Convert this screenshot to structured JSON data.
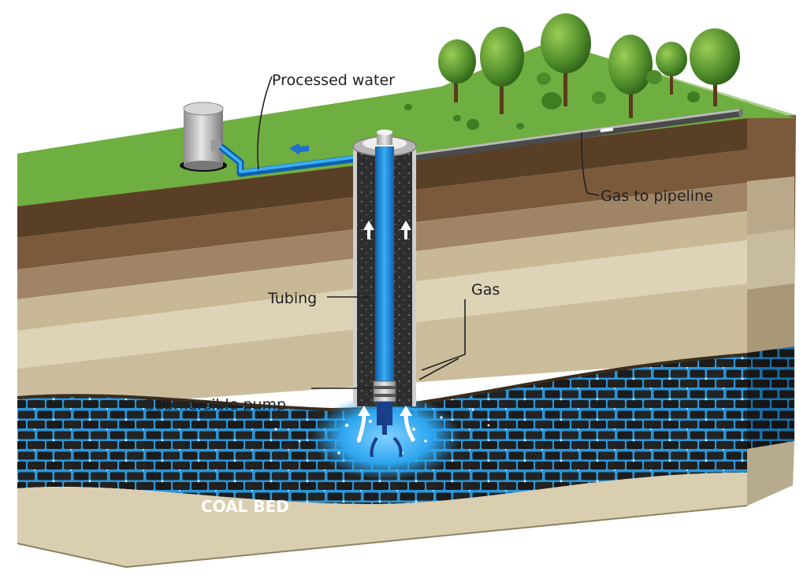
{
  "labels": {
    "processed_water": "Processed water",
    "gas_to_pipeline": "Gas to pipeline",
    "tubing": "Tubing",
    "gas": "Gas",
    "submersible_pump": "Submersible pump",
    "coal_bed": "COAL BED"
  },
  "colors": {
    "grass": "#6aa83c",
    "soil_dark": "#5a3f27",
    "water_blue": "#1e8fe0",
    "coal_black": "#1d1d1d",
    "sand_light": "#d9ceb0"
  }
}
